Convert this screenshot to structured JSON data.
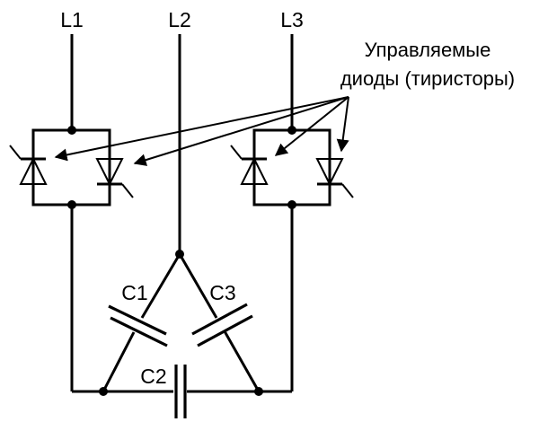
{
  "phases": {
    "l1": "L1",
    "l2": "L2",
    "l3": "L3"
  },
  "capacitors": {
    "c1": "C1",
    "c2": "C2",
    "c3": "C3"
  },
  "annotation": {
    "line1": "Управляемые",
    "line2": "диоды (тиристоры)"
  }
}
